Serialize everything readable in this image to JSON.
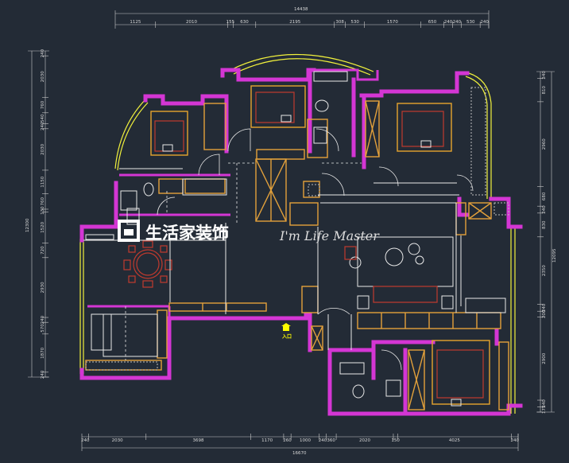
{
  "dimensions": {
    "top_total": "14438",
    "top": [
      "1125",
      "2010",
      "155",
      "630",
      "2195",
      "308",
      "530",
      "1570",
      "650",
      "240",
      "240",
      "530",
      "240"
    ],
    "bottom_total": "16670",
    "bottom": [
      "240",
      "2030",
      "3698",
      "1170",
      "260",
      "1000",
      "240",
      "360",
      "2020",
      "150",
      "4025",
      "240"
    ],
    "left_total": "12300",
    "left": [
      "240",
      "2030",
      "760",
      "540",
      "240",
      "2030",
      "1150",
      "760",
      "130",
      "1520",
      "720",
      "2930",
      "240",
      "570",
      "1870",
      "240"
    ],
    "right_total": "12095",
    "right": [
      "240",
      "810",
      "2960",
      "680",
      "240",
      "830",
      "2350",
      "240",
      "200",
      "2900",
      "240",
      "175"
    ]
  },
  "watermark": {
    "brand_cn": "生活家装饰",
    "tagline": "I'm Life Master"
  },
  "entry_label": "入口",
  "colors": {
    "background": "#232b36",
    "walls": "#d436d4",
    "furniture": "#e3a13b",
    "bedding": "#c03a2e",
    "curved_wall": "#f2f23c",
    "dimension_lines": "#c9c9c9"
  }
}
